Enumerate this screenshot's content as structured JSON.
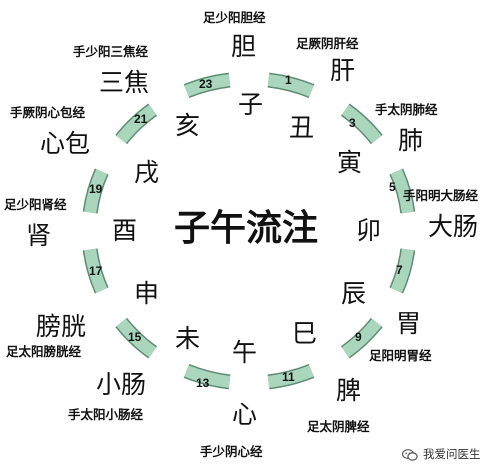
{
  "title": "子午流注",
  "ring_color": "#a9d6bd",
  "ring_stroke": "#5f8b75",
  "hours": [
    "1",
    "3",
    "5",
    "7",
    "9",
    "11",
    "13",
    "15",
    "17",
    "19",
    "21",
    "23"
  ],
  "branches": [
    "子",
    "丑",
    "寅",
    "卯",
    "辰",
    "巳",
    "午",
    "未",
    "申",
    "酉",
    "戌",
    "亥"
  ],
  "organs": [
    "胆",
    "肝",
    "肺",
    "大肠",
    "胃",
    "脾",
    "心",
    "小肠",
    "膀胱",
    "肾",
    "心包",
    "三焦"
  ],
  "meridians": [
    "足少阳胆经",
    "足厥阴肝经",
    "手太阴肺经",
    "手阳明大肠经",
    "足阳明胃经",
    "足太阴脾经",
    "手少阴心经",
    "手太阳小肠经",
    "足太阳膀胱经",
    "足少阳肾经",
    "手厥阴心包经",
    "手少阳三焦经"
  ],
  "watermark": {
    "text": "我爱问医生",
    "icon": "wechat-icon"
  }
}
